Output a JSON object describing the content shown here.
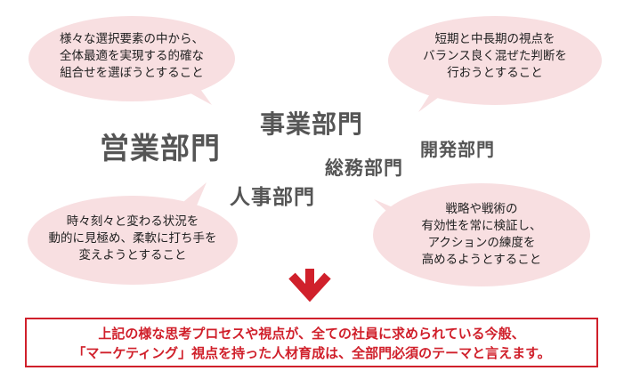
{
  "bubbles": {
    "top_left": [
      "様々な選択要素の中から、",
      "全体最適を実現する的確な",
      "組合せを選ぼうとすること"
    ],
    "top_right": [
      "短期と中長期の視点を",
      "バランス良く混ぜた判断を",
      "行おうとすること"
    ],
    "bottom_left": [
      "時々刻々と変わる状況を",
      "動的に見極め、柔軟に打ち手を",
      "変えようとすること"
    ],
    "bottom_right": [
      "戦略や戦術の",
      "有効性を常に検証し、",
      "アクションの練度を",
      "高めるようとすること"
    ]
  },
  "departments": {
    "sales": "営業部門",
    "business": "事業部門",
    "development": "開発部門",
    "general_affairs": "総務部門",
    "hr": "人事部門"
  },
  "conclusion": {
    "line1": "上記の様な思考プロセスや視点が、全ての社員に求められている今般、",
    "line2": "「マーケティング」視点を持った人材育成は、全部門必須のテーマと言えます。"
  },
  "colors": {
    "bubble_fill": "#f8dfe1",
    "accent_red": "#d0202b",
    "dept_gray": "#555555"
  }
}
